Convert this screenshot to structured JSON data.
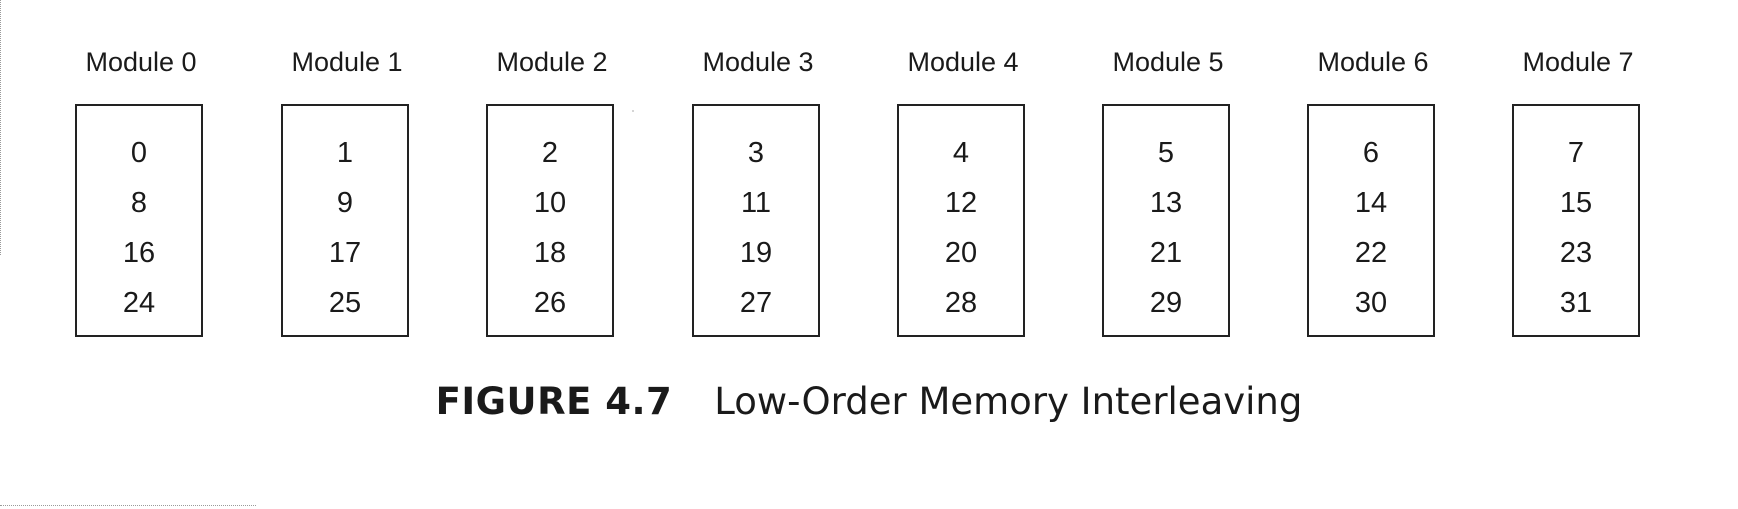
{
  "diagram": {
    "modules": [
      {
        "label": "Module 0",
        "addresses": [
          "0",
          "8",
          "16",
          "24"
        ]
      },
      {
        "label": "Module 1",
        "addresses": [
          "1",
          "9",
          "17",
          "25"
        ]
      },
      {
        "label": "Module 2",
        "addresses": [
          "2",
          "10",
          "18",
          "26"
        ]
      },
      {
        "label": "Module 3",
        "addresses": [
          "3",
          "11",
          "19",
          "27"
        ]
      },
      {
        "label": "Module 4",
        "addresses": [
          "4",
          "12",
          "20",
          "28"
        ]
      },
      {
        "label": "Module 5",
        "addresses": [
          "5",
          "13",
          "21",
          "29"
        ]
      },
      {
        "label": "Module 6",
        "addresses": [
          "6",
          "14",
          "22",
          "30"
        ]
      },
      {
        "label": "Module 7",
        "addresses": [
          "7",
          "15",
          "23",
          "31"
        ]
      }
    ]
  },
  "caption": {
    "figure_number": "FIGURE 4.7",
    "title": "Low-Order Memory Interleaving"
  },
  "colors": {
    "ink": "#1a1a1a",
    "box_border": "#222222",
    "background": "#ffffff"
  }
}
